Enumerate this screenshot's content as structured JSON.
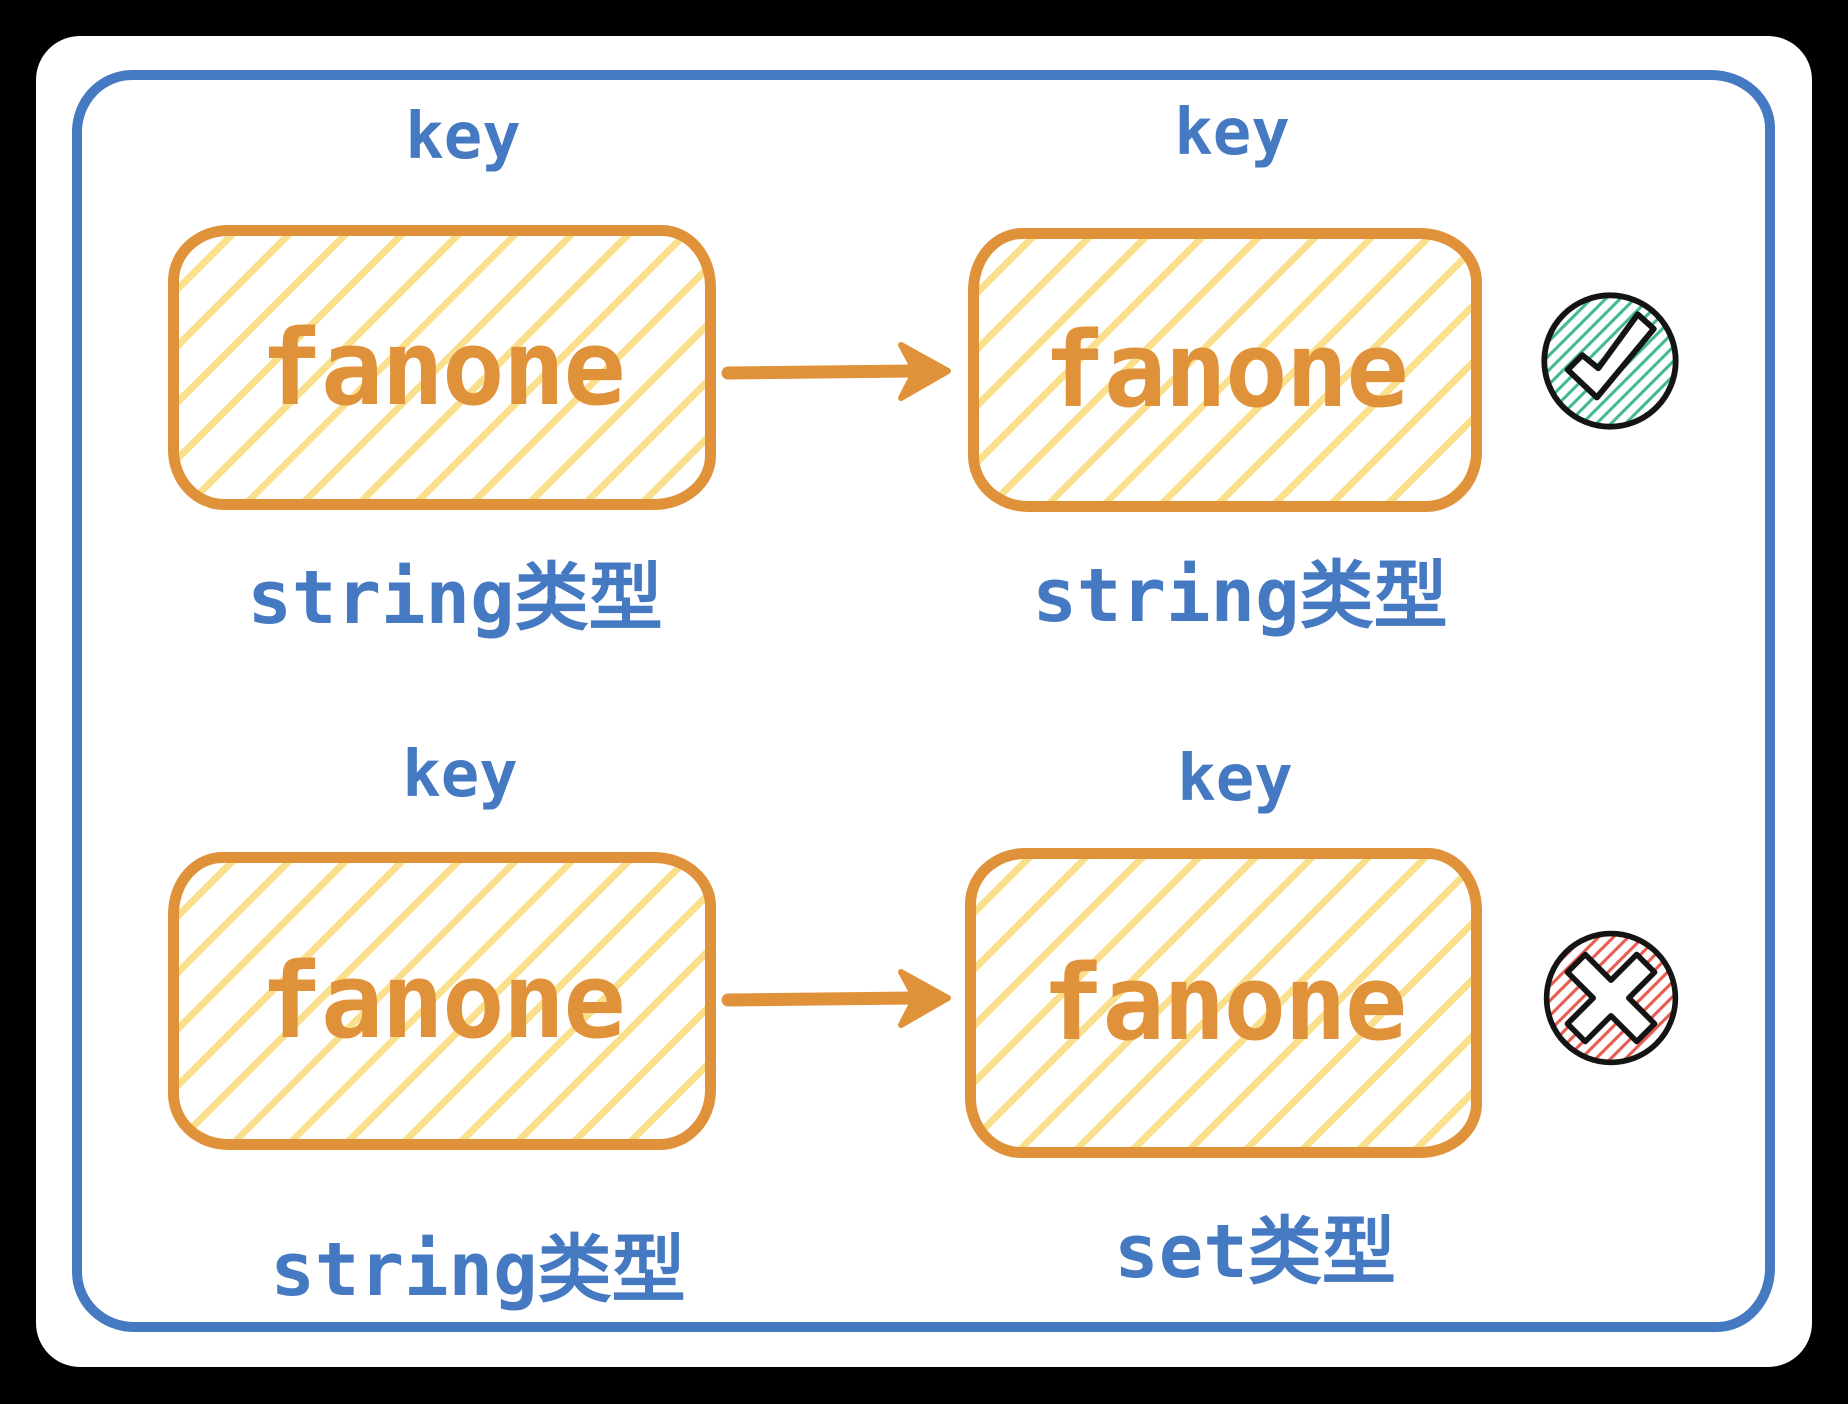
{
  "colors": {
    "background": "#000000",
    "card": "#ffffff",
    "frame_blue": "#4579c2",
    "text_blue": "#4579c2",
    "box_orange": "#e0923b",
    "hatch_yellow": "#fae08c",
    "check_green": "#42b98c",
    "cross_red": "#e85a4f",
    "ink": "#141414"
  },
  "rows": [
    {
      "left": {
        "key": "key",
        "value": "fanone",
        "type": "string类型"
      },
      "right": {
        "key": "key",
        "value": "fanone",
        "type": "string类型"
      },
      "arrow_icon": "arrow-right-icon",
      "status_icon": "check-circle-icon"
    },
    {
      "left": {
        "key": "key",
        "value": "fanone",
        "type": "string类型"
      },
      "right": {
        "key": "key",
        "value": "fanone",
        "type": "set类型"
      },
      "arrow_icon": "arrow-right-icon",
      "status_icon": "cross-circle-icon"
    }
  ]
}
